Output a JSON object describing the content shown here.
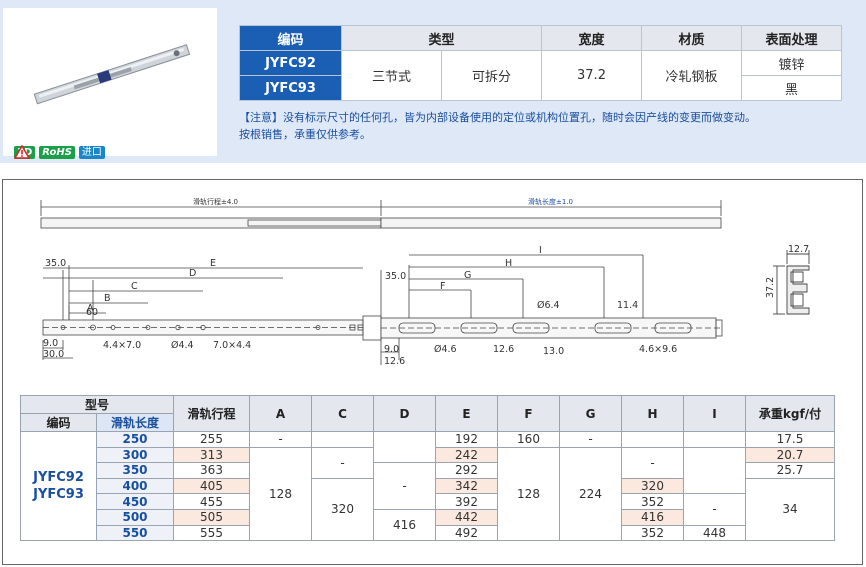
{
  "badges": {
    "rohs": "RoHS",
    "threeD": "3D",
    "import": "进口"
  },
  "spec": {
    "headers": {
      "code": "编码",
      "type": "类型",
      "width": "宽度",
      "material": "材质",
      "finish": "表面处理"
    },
    "codes": [
      "JYFC92",
      "JYFC93"
    ],
    "type1": "三节式",
    "type2": "可拆分",
    "width": "37.2",
    "material": "冷轧钢板",
    "finishes": [
      "镀锌",
      "黑"
    ]
  },
  "note": {
    "line1": "【注意】没有标示尺寸的任何孔，皆为内部设备使用的定位或机构位置孔，随时会因产线的变更而做变动。",
    "line2": "按根销售，承重仅供参考。"
  },
  "drawing": {
    "travel_label": "滑轨行程±4.0",
    "length_label": "滑轨长度±1.0",
    "letters": [
      "E",
      "D",
      "C",
      "B",
      "A",
      "I",
      "H",
      "G",
      "F"
    ],
    "dims": {
      "d35": "35.0",
      "d60": "60",
      "d9": "9.0",
      "d30": "30.0",
      "h44x7": "4.4×7.0",
      "h44": "Ø4.4",
      "h7x44": "7.0×4.4",
      "r35": "35.0",
      "r9": "9.0",
      "r126a": "12.6",
      "r46": "Ø4.6",
      "r126b": "12.6",
      "r13": "13.0",
      "r64": "Ø6.4",
      "r114": "11.4",
      "r46x96": "4.6×9.6",
      "s127": "12.7",
      "s372": "37.2"
    }
  },
  "table": {
    "header_model": "型号",
    "header_code": "编码",
    "header_length": "滑轨长度",
    "header_travel": "滑轨行程",
    "cols": [
      "A",
      "C",
      "D",
      "E",
      "F",
      "G",
      "H",
      "I"
    ],
    "header_load": "承重kgf/付",
    "codes": [
      "JYFC92",
      "JYFC93"
    ],
    "lengths": [
      "250",
      "300",
      "350",
      "400",
      "450",
      "500",
      "550"
    ],
    "travels": [
      "255",
      "313",
      "363",
      "405",
      "455",
      "505",
      "555"
    ],
    "A": {
      "r1": "-",
      "merged": "128"
    },
    "C": {
      "r1": "",
      "r2": "-",
      "merged": "320"
    },
    "D": {
      "r1": "",
      "r2": "-",
      "r3": "416"
    },
    "E": [
      "192",
      "242",
      "292",
      "342",
      "392",
      "442",
      "492"
    ],
    "F": {
      "r1": "160",
      "merged": "128"
    },
    "G": {
      "r1": "-",
      "merged": "224"
    },
    "H": {
      "r2": "-",
      "r4": "320",
      "r5": "352",
      "r6": "416",
      "r7": "352"
    },
    "I": {
      "r4": "-",
      "r7": "448"
    },
    "load": {
      "r1": "17.5",
      "r2": "20.7",
      "r3": "25.7",
      "merged": "34"
    }
  }
}
